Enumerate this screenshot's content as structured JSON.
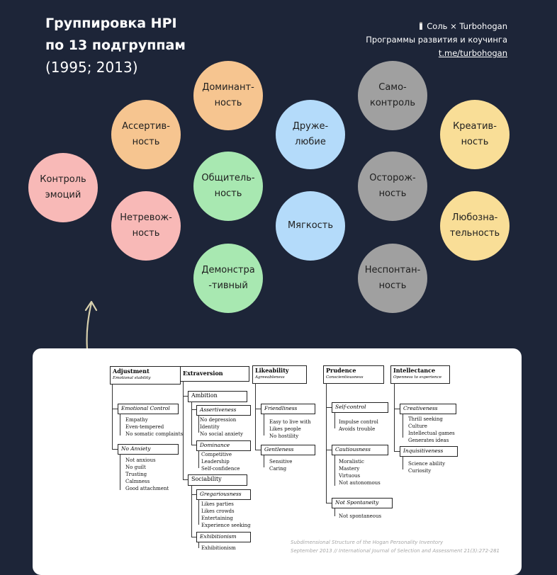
{
  "title": {
    "line1": "Группировка HPI",
    "line2": "по 13 подгруппам",
    "line3": "(1995; 2013)"
  },
  "brand": {
    "line1": "Соль × Turbohogan",
    "line2": "Программы развития и коучинга",
    "link": "t.me/turbohogan"
  },
  "colors": {
    "background": "#1d2538",
    "pink": "#f8b9b7",
    "orange": "#f6c590",
    "green": "#a8e8b1",
    "blue": "#b4dbfa",
    "gray": "#a0a0a0",
    "yellow": "#f9de97",
    "arrow": "#d8d0ad"
  },
  "circles": [
    {
      "label": "Контроль\nэмоций",
      "color": "pink"
    },
    {
      "label": "Нетревож-\nность",
      "color": "pink"
    },
    {
      "label": "Ассертив-\nность",
      "color": "orange"
    },
    {
      "label": "Доминант-\nность",
      "color": "orange"
    },
    {
      "label": "Общитель-\nность",
      "color": "green"
    },
    {
      "label": "Демонстра\n-тивный",
      "color": "green"
    },
    {
      "label": "Друже-\nлюбие",
      "color": "blue"
    },
    {
      "label": "Мягкость",
      "color": "blue"
    },
    {
      "label": "Само-\nконтроль",
      "color": "gray"
    },
    {
      "label": "Осторож-\nность",
      "color": "gray"
    },
    {
      "label": "Неспонтан-\nность",
      "color": "gray"
    },
    {
      "label": "Креатив-\nность",
      "color": "yellow"
    },
    {
      "label": "Любозна-\nтельность",
      "color": "yellow"
    }
  ],
  "diagram": {
    "adjustment": {
      "title": "Adjustment",
      "subtitle": "Emotional stability",
      "emotional_control": {
        "label": "Emotional Control",
        "items": [
          "Empathy",
          "Even-tempered",
          "No somatic complaints"
        ]
      },
      "no_anxiety": {
        "label": "No Anxiety",
        "items": [
          "Not anxious",
          "No guilt",
          "Trusting",
          "Calmness",
          "Good attachment"
        ]
      }
    },
    "extraversion": {
      "title": "Extraversion",
      "ambition": {
        "label": "Ambition",
        "assertiveness": {
          "label": "Assertiveness",
          "items": [
            "No depression",
            "Identity",
            "No social anxiety"
          ]
        },
        "dominance": {
          "label": "Dominance",
          "items": [
            "Competitive",
            "Leadership",
            "Self-confidence"
          ]
        }
      },
      "sociability": {
        "label": "Sociability",
        "gregariousness": {
          "label": "Gregariousness",
          "items": [
            "Likes parties",
            "Likes crowds",
            "Entertaining",
            "Experience seeking"
          ]
        },
        "exhibitionism": {
          "label": "Exhibitionism",
          "items": [
            "Exhibitionism"
          ]
        }
      }
    },
    "likeability": {
      "title": "Likeability",
      "subtitle": "Agreeableness",
      "friendliness": {
        "label": "Friendliness",
        "items": [
          "Easy to live with",
          "Likes people",
          "No hostility"
        ]
      },
      "gentleness": {
        "label": "Gentleness",
        "items": [
          "Sensitive",
          "Caring"
        ]
      }
    },
    "prudence": {
      "title": "Prudence",
      "subtitle": "Conscientiousness",
      "self_control": {
        "label": "Self-control",
        "items": [
          "Impulse control",
          "Avoids trouble"
        ]
      },
      "cautiousness": {
        "label": "Cautiousness",
        "items": [
          "Moralistic",
          "Mastery",
          "Virtuous",
          "Not autonomous"
        ]
      },
      "not_spontaneity": {
        "label": "Not Spontaneity",
        "items": [
          "Not spontaneous"
        ]
      }
    },
    "intellectance": {
      "title": "Intellectance",
      "subtitle": "Openness to experience",
      "creativeness": {
        "label": "Creativeness",
        "items": [
          "Thrill seeking",
          "Culture",
          "Intellectual games",
          "Generates ideas"
        ]
      },
      "inquisitiveness": {
        "label": "Inquisitiveness",
        "items": [
          "Science ability",
          "Curiosity"
        ]
      }
    }
  },
  "caption": {
    "line1": "Subdimensional Structure of the Hogan Personality Inventory",
    "line2": "September 2013 // International Journal of Selection and Assessment 21(3):272-281"
  }
}
